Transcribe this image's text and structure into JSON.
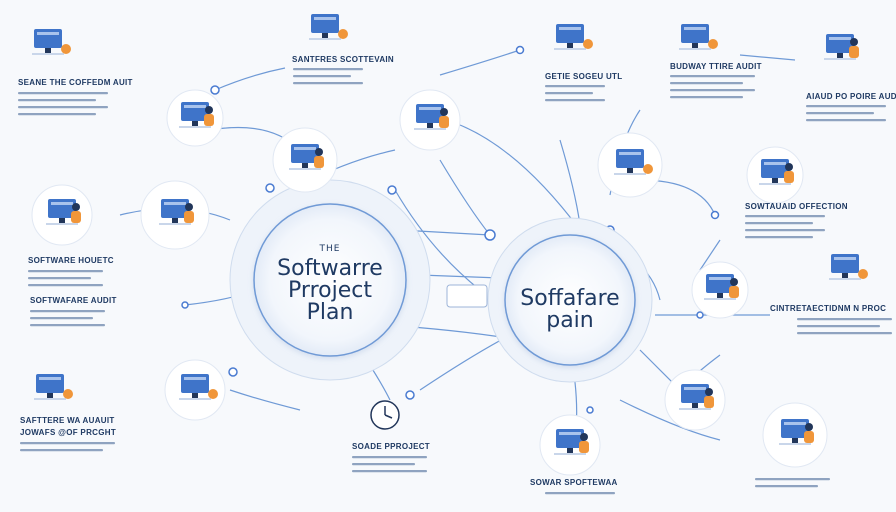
{
  "hub_left": {
    "prefix": "THE",
    "lines": [
      "Softwarre",
      "Prroject",
      "Plan"
    ]
  },
  "hub_right": {
    "lines": [
      "Soffafare",
      "pain"
    ]
  },
  "labels": {
    "top_left": "SEANE THE COFFEDM AUIT",
    "top_center_left": "SANTFRES SCOTTEVAIN",
    "top_center": "GETIE SOGEU UTL",
    "top_center_right": "BUDWAY TTIRE AUDIT",
    "top_right": "AIAUD PO POIRE AUDITT",
    "mid_left_1": "SOFTWARE HOUETC",
    "mid_left_2": "SOFTWAFARE AUDIT",
    "mid_right_1": "SOWTAUAID OFFECTION",
    "mid_right_2": "CINTRETAECTIDNM N PROC",
    "bottom_left_1": "SAFTTERE WA AUAUIT",
    "bottom_left_2": "JOWAFS @OF PRCGHT",
    "bottom_center": "SOADE PPROJECT",
    "bottom_center_right": "SOWAR SPOFTEWAA"
  },
  "colors": {
    "accent": "#4a7bd1",
    "line": "#6f9ad6",
    "text": "#1f3a63",
    "orange": "#f0963a",
    "screen": "#3f74c9",
    "dark": "#22365a"
  }
}
